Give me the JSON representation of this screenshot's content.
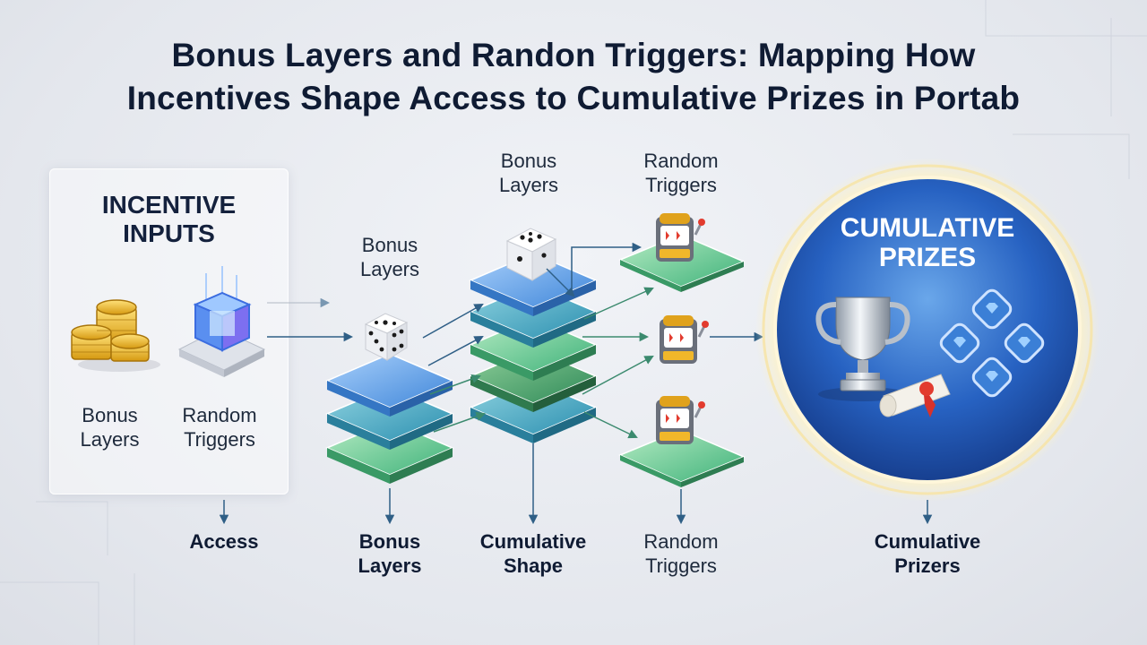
{
  "title": {
    "line1": "Bonus Layers and Randon Triggers: Mapping How",
    "line2": "Incentives Shape Access to Cumulative Prizes in Portab"
  },
  "panel": {
    "title_line1": "INCENTIVE",
    "title_line2": "INPUTS",
    "coins_label": [
      "Bonus",
      "Layers"
    ],
    "cube_label": [
      "Random",
      "Triggers"
    ]
  },
  "stage_labels": {
    "bonus_layers_1": [
      "Bonus",
      "Layers"
    ],
    "bonus_layers_2": [
      "Bonus",
      "Layers"
    ],
    "random_triggers_top": [
      "Random",
      "Triggers"
    ]
  },
  "prizes": {
    "title_line1": "CUMULATIVE",
    "title_line2": "PRIZES"
  },
  "bottom_labels": {
    "access": [
      "Access"
    ],
    "bonus_layers": [
      "Bonus",
      "Layers"
    ],
    "cumulative_shape": [
      "Cumulative",
      "Shape"
    ],
    "random_triggers": [
      "Random",
      "Triggers"
    ],
    "cumulative_prizers": [
      "Cumulative",
      "Prizers"
    ]
  },
  "icons": [
    "coins-icon",
    "cube-icon",
    "dice-icon",
    "slot-machine-icon",
    "trophy-icon",
    "scroll-icon",
    "badge-cluster-icon"
  ],
  "colors": {
    "title": "#0f1b33",
    "arrow": "#2f5f86",
    "layer_blue": "#4f95e0",
    "layer_teal": "#3aa7b8",
    "layer_green": "#5cc489",
    "prize_circle": "#1f5bb5",
    "glow": "#f5dc8a"
  }
}
